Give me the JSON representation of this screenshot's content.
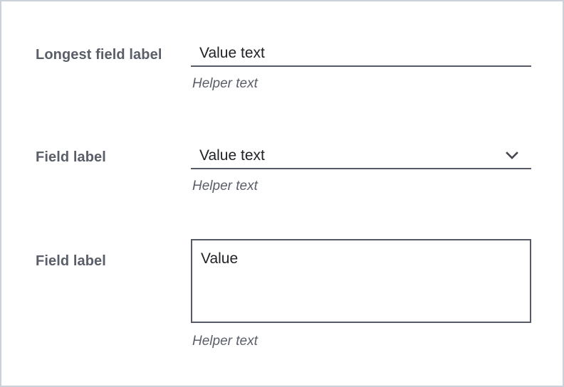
{
  "form": {
    "fields": [
      {
        "label": "Longest field label",
        "type": "text",
        "value": "Value text",
        "helper": "Helper text"
      },
      {
        "label": "Field label",
        "type": "select",
        "value": "Value text",
        "helper": "Helper text",
        "icon": "chevron-down-icon"
      },
      {
        "label": "Field label",
        "type": "textarea",
        "value": "Value",
        "helper": "Helper text"
      }
    ]
  },
  "colors": {
    "canvas_border": "#ccd2da",
    "label_text": "#5a5e68",
    "value_text": "#202226",
    "helper_text": "#5a5e68",
    "input_line": "#565a64",
    "background": "#ffffff"
  }
}
